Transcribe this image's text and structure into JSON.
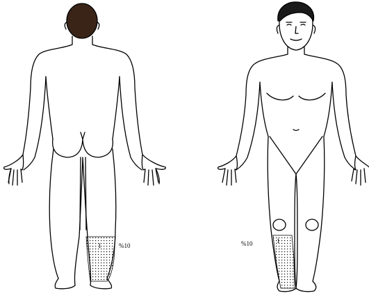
{
  "figure": {
    "back_view": {
      "region_mark": "1",
      "percent_label": "%10"
    },
    "front_view": {
      "region_mark": "1",
      "percent_label": "%10"
    }
  },
  "colors": {
    "outline": "#000000",
    "hair": "#3a2418",
    "hatch": "#000000",
    "background": "#ffffff"
  }
}
